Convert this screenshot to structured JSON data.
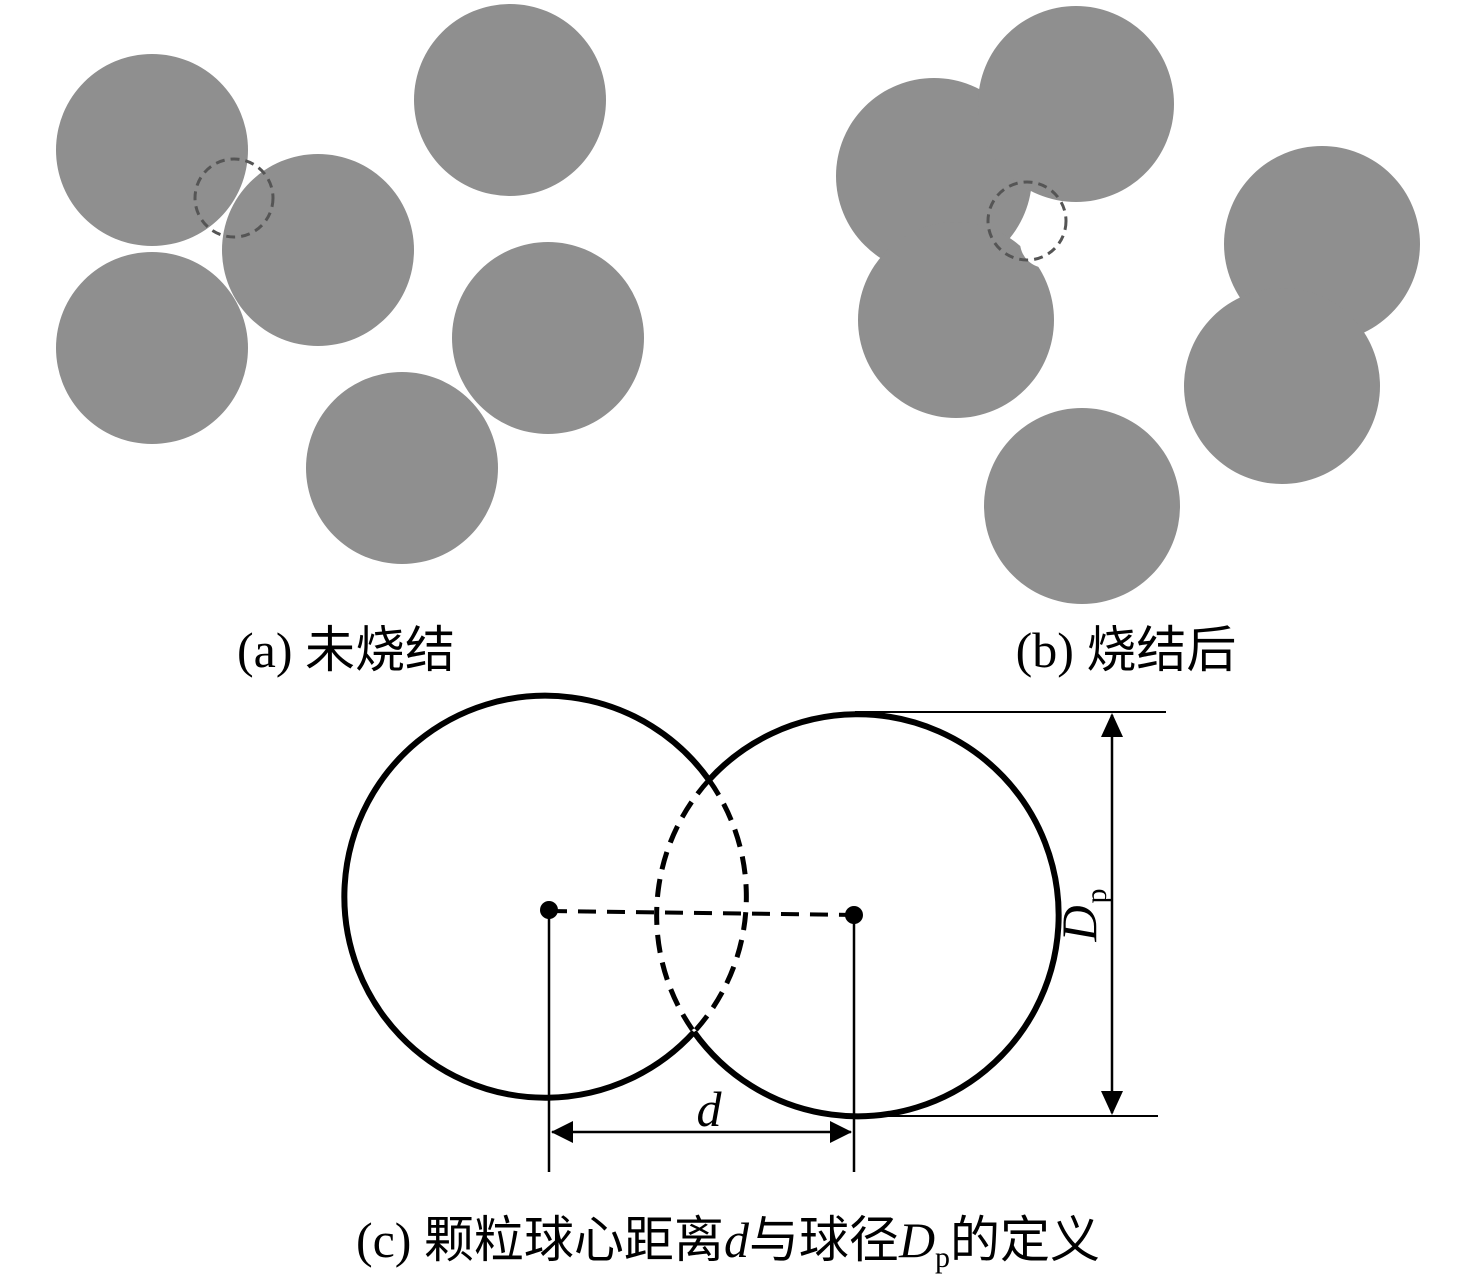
{
  "panels": {
    "a": {
      "caption": "(a) 未烧结"
    },
    "b": {
      "caption": "(b) 烧结后"
    },
    "c": {
      "caption_prefix": "(c) 颗粒球心距离",
      "caption_d": "d",
      "caption_mid": "与球径",
      "caption_D": "D",
      "caption_sub": "p",
      "caption_suffix": "的定义",
      "label_d": "d",
      "label_Dp": "D",
      "label_Dp_sub": "p"
    }
  },
  "colors": {
    "particle": "#8f8f8f",
    "line": "#000000",
    "highlight": "#555555",
    "background": "#ffffff"
  }
}
